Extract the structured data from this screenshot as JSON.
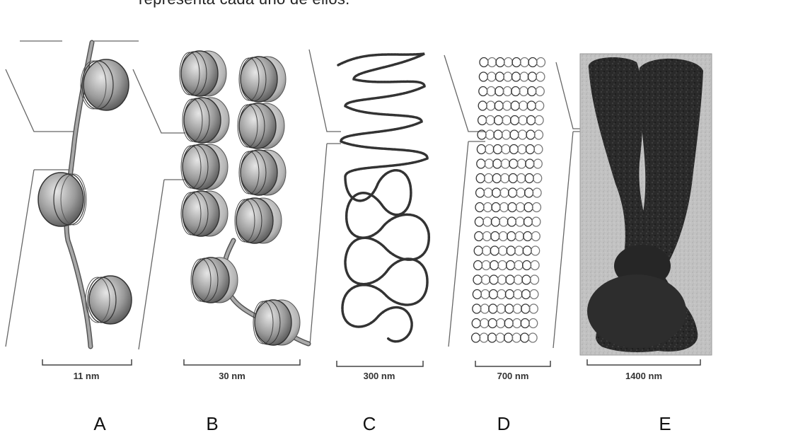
{
  "header": {
    "text": "representa cada uno de ellos."
  },
  "panels": [
    {
      "letter": "A",
      "scale": "11 nm"
    },
    {
      "letter": "B",
      "scale": "30 nm"
    },
    {
      "letter": "C",
      "scale": "300 nm"
    },
    {
      "letter": "D",
      "scale": "700 nm"
    },
    {
      "letter": "E",
      "scale": "1400 nm"
    }
  ],
  "colors": {
    "ink": "#444444",
    "chromosome": "#2b2b2b",
    "photo_bg": "#b9b9b9"
  }
}
